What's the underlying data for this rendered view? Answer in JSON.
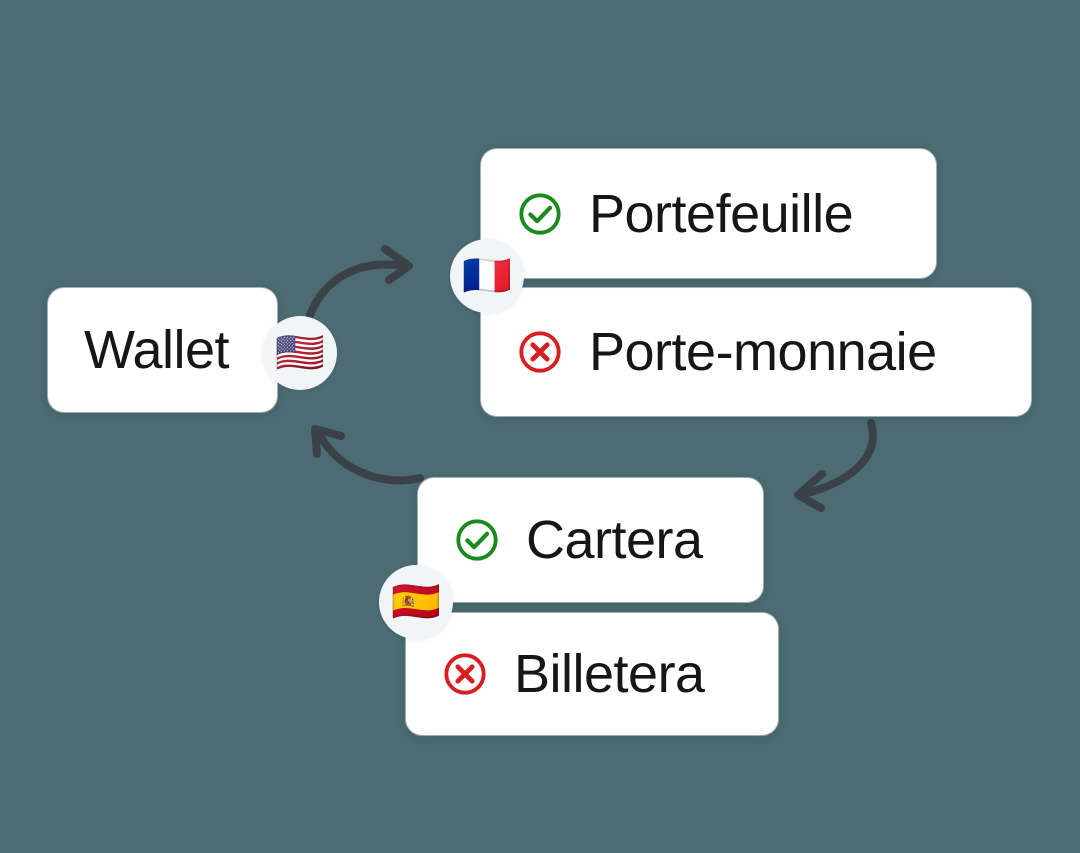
{
  "background_color": "#4C6B73",
  "colors": {
    "correct": "#1B8A1E",
    "incorrect": "#D81E20",
    "card_background": "#FFFFFF",
    "text": "#161616",
    "arrow": "#3A4248",
    "badge_background": "#F1F5F7"
  },
  "source": {
    "language": "English",
    "flag_icon": "flag-us-icon",
    "flag_glyph": "🇺🇸",
    "word": "Wallet"
  },
  "translations": [
    {
      "language": "French",
      "flag_icon": "flag-fr-icon",
      "flag_glyph": "🇫🇷",
      "options": [
        {
          "status": "correct",
          "status_icon": "check-circle-icon",
          "label": "Portefeuille"
        },
        {
          "status": "incorrect",
          "status_icon": "x-circle-icon",
          "label": "Porte-monnaie"
        }
      ]
    },
    {
      "language": "Spanish",
      "flag_icon": "flag-es-icon",
      "flag_glyph": "🇪🇸",
      "options": [
        {
          "status": "correct",
          "status_icon": "check-circle-icon",
          "label": "Cartera"
        },
        {
          "status": "incorrect",
          "status_icon": "x-circle-icon",
          "label": "Billetera"
        }
      ]
    }
  ],
  "arrows": [
    {
      "name": "arrow-source-to-french",
      "from": "Wallet",
      "to": "French",
      "direction": "right-up"
    },
    {
      "name": "arrow-french-to-spanish",
      "from": "French",
      "to": "Spanish",
      "direction": "down-left"
    },
    {
      "name": "arrow-spanish-to-source",
      "from": "Spanish",
      "to": "Wallet",
      "direction": "left-up"
    }
  ]
}
